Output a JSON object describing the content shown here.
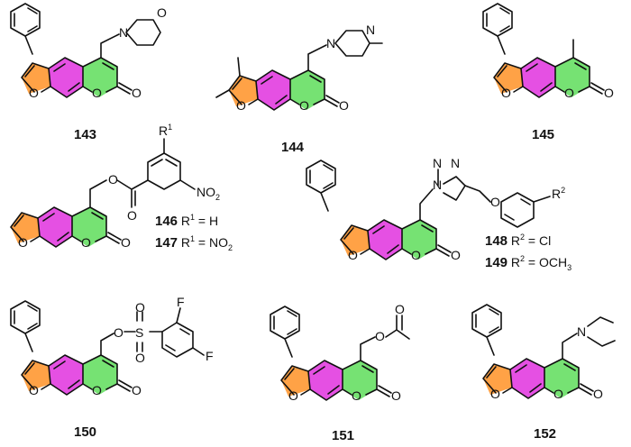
{
  "colors": {
    "furan": "#ff9d3c",
    "benzo": "#e23de0",
    "pyranone": "#6fe06b",
    "bond": "#111111"
  },
  "compounds": [
    {
      "number": "143",
      "atoms": {
        "O1": "O",
        "O2": "O",
        "O3": "O",
        "N": "N",
        "O4": "O"
      }
    },
    {
      "number": "144",
      "atoms": {
        "O1": "O",
        "O2": "O",
        "O3": "O",
        "N1": "N",
        "N2": "N"
      }
    },
    {
      "number": "145",
      "atoms": {
        "O1": "O",
        "O2": "O",
        "O3": "O"
      }
    },
    {
      "numbers": [
        "146",
        "147"
      ],
      "atoms": {
        "O1": "O",
        "O2": "O",
        "O3": "O",
        "O4": "O",
        "O5": "O",
        "R": "R",
        "R_sup": "1",
        "NO": "NO",
        "NO_sub": "2"
      },
      "labels": [
        {
          "number": "146",
          "text": " R",
          "sup": "1",
          "rest": " = H"
        },
        {
          "number": "147",
          "text": " R",
          "sup": "1",
          "rest": " = NO",
          "sub": "2"
        }
      ]
    },
    {
      "numbers": [
        "148",
        "149"
      ],
      "atoms": {
        "O1": "O",
        "O2": "O",
        "O3": "O",
        "N1": "N",
        "N2": "N",
        "N3": "N",
        "O4": "O",
        "R": "R",
        "R_sup": "2"
      },
      "labels": [
        {
          "number": "148",
          "text": " R",
          "sup": "2",
          "rest": " = Cl"
        },
        {
          "number": "149",
          "text": " R",
          "sup": "2",
          "rest": " = OCH",
          "sub": "3"
        }
      ]
    },
    {
      "number": "150",
      "atoms": {
        "O1": "O",
        "O2": "O",
        "O3": "O",
        "O4": "O",
        "S": "S",
        "O5": "O",
        "O6": "O",
        "F1": "F",
        "F2": "F"
      }
    },
    {
      "number": "151",
      "atoms": {
        "O1": "O",
        "O2": "O",
        "O3": "O",
        "O4": "O",
        "O5": "O"
      }
    },
    {
      "number": "152",
      "atoms": {
        "O1": "O",
        "O2": "O",
        "O3": "O",
        "N": "N"
      }
    }
  ]
}
